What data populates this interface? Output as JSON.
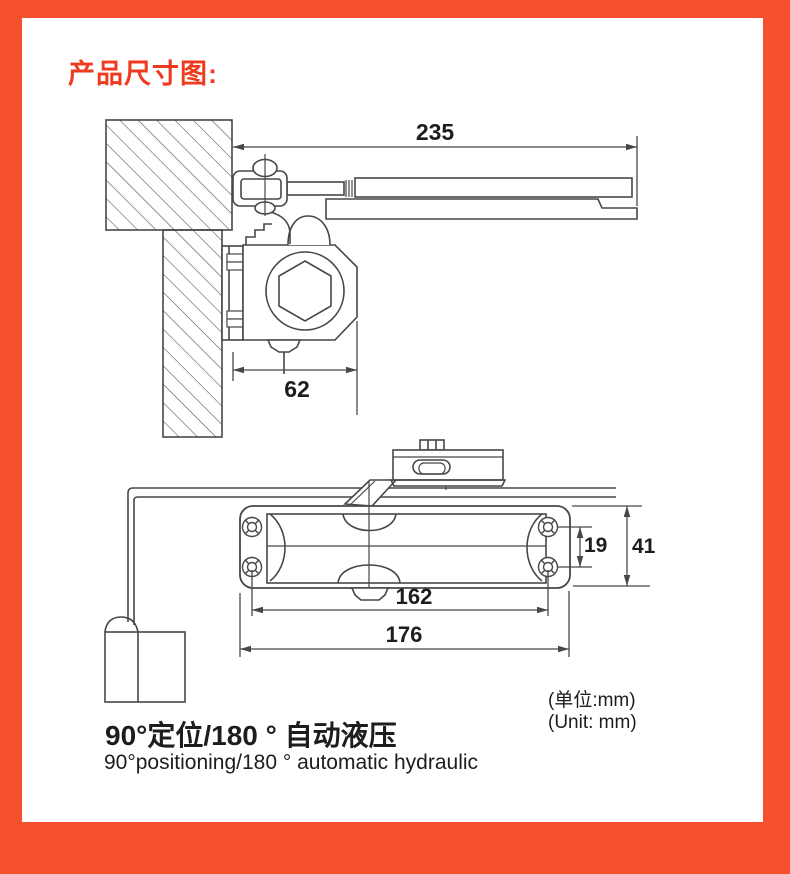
{
  "page": {
    "title": "产品尺寸图:"
  },
  "colors": {
    "frame_border": "#f6512c",
    "title_red": "#ee3a1e",
    "line": "#474747",
    "text": "#1d1d1d"
  },
  "top_view": {
    "dims": {
      "total_arm_reach_mm": "235",
      "body_depth_mm": "62"
    }
  },
  "front_view": {
    "dims": {
      "hole_spacing_mm": "162",
      "body_length_mm": "176",
      "hole_pitch_vertical_mm": "19",
      "body_height_mm": "41"
    }
  },
  "units": {
    "zh": "(单位:mm)",
    "en": "(Unit: mm)"
  },
  "caption": {
    "zh": "90°定位/180 ° 自动液压",
    "en": "90°positioning/180 ° automatic hydraulic"
  }
}
